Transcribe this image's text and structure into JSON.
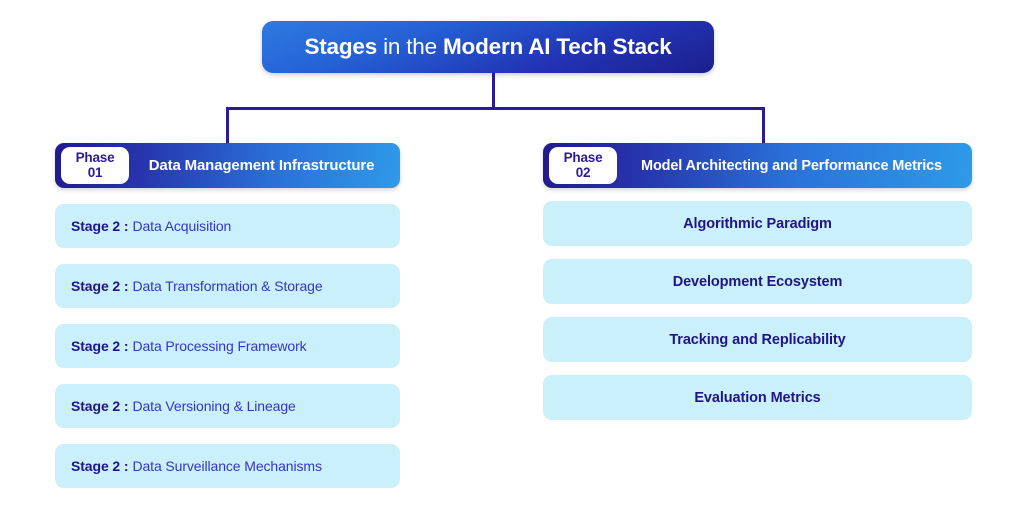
{
  "diagram": {
    "title": {
      "lead": "Stages",
      "middle": "in the",
      "tail": "Modern AI Tech Stack"
    },
    "colors": {
      "title_gradient_start": "#2f7ae0",
      "title_gradient_end": "#1c1f8c",
      "phase_gradient_start": "#221a8e",
      "phase_gradient_end": "#2e9ae8",
      "connector": "#2a1a9e",
      "box_background": "#c9f0fb",
      "text_dark": "#201488",
      "text_accent": "#3535c4",
      "pill_background": "#ffffff"
    },
    "columns": [
      {
        "phase_word": "Phase",
        "phase_number": "01",
        "phase_title": "Data Management Infrastructure",
        "items": [
          {
            "prefix": "Stage 2 :",
            "name": "Data Acquisition"
          },
          {
            "prefix": "Stage 2 :",
            "name": "Data Transformation & Storage"
          },
          {
            "prefix": "Stage 2 :",
            "name": "Data Processing Framework"
          },
          {
            "prefix": "Stage 2 :",
            "name": "Data Versioning & Lineage"
          },
          {
            "prefix": "Stage 2 :",
            "name": "Data Surveillance Mechanisms"
          }
        ]
      },
      {
        "phase_word": "Phase",
        "phase_number": "02",
        "phase_title": "Model Architecting and Performance Metrics",
        "items": [
          {
            "prefix": "",
            "name": "Algorithmic Paradigm"
          },
          {
            "prefix": "",
            "name": "Development Ecosystem"
          },
          {
            "prefix": "",
            "name": "Tracking and Replicability"
          },
          {
            "prefix": "",
            "name": "Evaluation Metrics"
          }
        ]
      }
    ]
  }
}
